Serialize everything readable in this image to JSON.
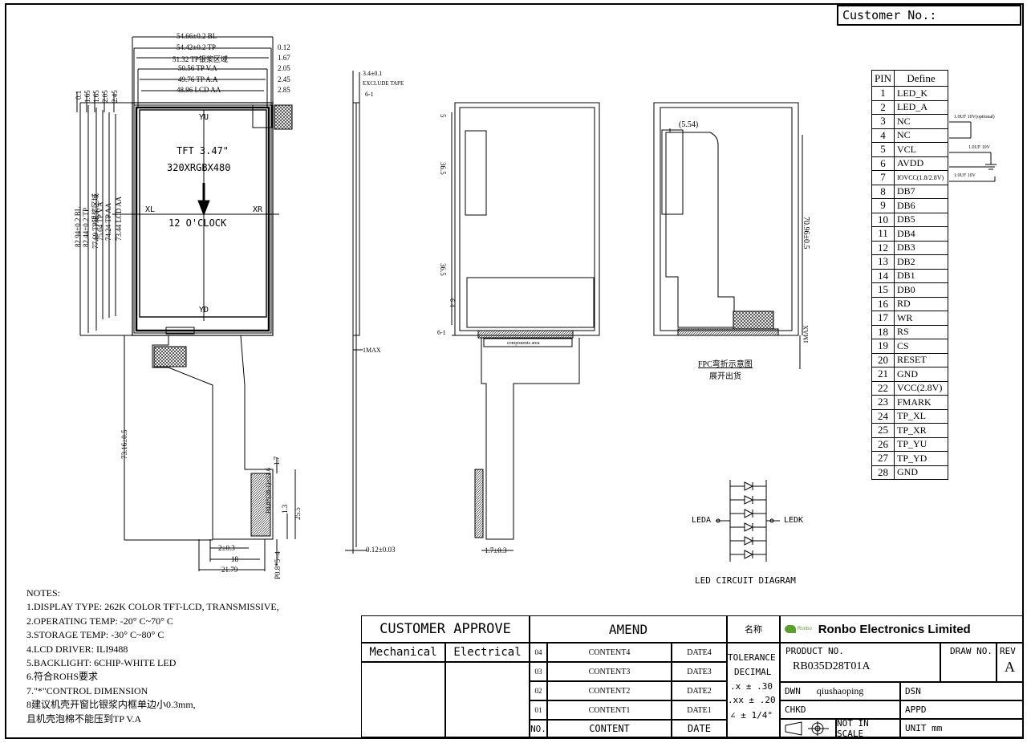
{
  "customer_no": "Customer No.:",
  "front_view": {
    "dims_top": [
      "54.66±0.2 BL",
      "54.42±0.2 TP",
      "51.32 TP银浆区域",
      "50.56 TP V.A",
      "49.76 TP A.A",
      "48.96 LCD AA"
    ],
    "dims_right": [
      "0.12",
      "1.67",
      "2.05",
      "2.45",
      "2.85"
    ],
    "dims_left": [
      "82.94±0.2 BL",
      "82.44±0.2 TP",
      "77.69 TP银浆区域",
      "75.04 TP V.A",
      "74.24 TP AA",
      "73.44 LCD AA"
    ],
    "dims_left_top": [
      "0.1",
      "1.65",
      "1.65",
      "2.05",
      "2.45"
    ],
    "label_yu": "YU",
    "label_yd": "YD",
    "label_xl": "XL",
    "label_xr": "XR",
    "size_text": "TFT 3.47\"",
    "resolution_text": "320XRGBX480",
    "orientation_text": "12 O'CLOCK",
    "dim_fpc_len": "73.16±0.5",
    "dim_1_7": "1.7",
    "dim_pitch": "P0.8*(28-1)=21.6",
    "dim_25_5": "25.5",
    "dim_1_3": "1.3",
    "dim_2_03": "2±0.3",
    "dim_18": "18",
    "dim_21_79": "21.79",
    "dim_p08_5": "P0.8*5=4"
  },
  "side_view": {
    "dim_top": "3.4±0.1",
    "exclude_tape": "EXCLUDE TAPE",
    "dim_6_1": "6-1",
    "dim_1max": "1MAX",
    "dim_bottom": "0.12±0.03"
  },
  "back_view": {
    "dim_5": "5",
    "dim_36_5_a": "36.5",
    "dim_36_5_b": "36.5",
    "dim_6_4": "6-4",
    "dim_6_1": "6-1",
    "components_area": "components    area",
    "dim_bottom": "1.7±0.3"
  },
  "fold_view": {
    "dim_554": "(5.54)",
    "dim_7096": "70.96±0.5",
    "dim_1max": "1MAX",
    "caption1": "FPC弯折示意图",
    "caption2": "展开出货"
  },
  "led_diagram": {
    "leda": "LEDA",
    "ledk": "LEDK",
    "caption": "LED CIRCUIT DIAGRAM"
  },
  "pin_table": {
    "header_pin": "PIN",
    "header_define": "Define",
    "pins": [
      {
        "n": "1",
        "d": "LED_K"
      },
      {
        "n": "2",
        "d": "LED_A"
      },
      {
        "n": "3",
        "d": "NC"
      },
      {
        "n": "4",
        "d": "NC"
      },
      {
        "n": "5",
        "d": "VCL"
      },
      {
        "n": "6",
        "d": "AVDD"
      },
      {
        "n": "7",
        "d": "IOVCC(1.8/2.8V)"
      },
      {
        "n": "8",
        "d": "DB7"
      },
      {
        "n": "9",
        "d": "DB6"
      },
      {
        "n": "10",
        "d": "DB5"
      },
      {
        "n": "11",
        "d": "DB4"
      },
      {
        "n": "12",
        "d": "DB3"
      },
      {
        "n": "13",
        "d": "DB2"
      },
      {
        "n": "14",
        "d": "DB1"
      },
      {
        "n": "15",
        "d": "DB0"
      },
      {
        "n": "16",
        "d": "RD"
      },
      {
        "n": "17",
        "d": "WR"
      },
      {
        "n": "18",
        "d": "RS"
      },
      {
        "n": "19",
        "d": "CS"
      },
      {
        "n": "20",
        "d": "RESET"
      },
      {
        "n": "21",
        "d": "GND"
      },
      {
        "n": "22",
        "d": "VCC(2.8V)"
      },
      {
        "n": "23",
        "d": "FMARK"
      },
      {
        "n": "24",
        "d": "TP_XL"
      },
      {
        "n": "25",
        "d": "TP_XR"
      },
      {
        "n": "26",
        "d": "TP_YU"
      },
      {
        "n": "27",
        "d": "TP_YD"
      },
      {
        "n": "28",
        "d": "GND"
      }
    ],
    "cap1": "1.0UF 10V(optional)",
    "cap2": "1.0UF 10V",
    "cap3": "1.0UF 10V"
  },
  "notes": [
    "NOTES:",
    "1.DISPLAY TYPE: 262K COLOR TFT-LCD, TRANSMISSIVE,",
    "2.OPERATING TEMP: -20° C~70° C",
    "3.STORAGE TEMP: -30° C~80° C",
    "4.LCD DRIVER: ILI9488",
    "5.BACKLIGHT: 6CHIP-WHITE LED",
    "6.符合ROHS要求",
    "7.\"*\"CONTROL DIMENSION",
    "8建议机壳开窗比银浆内框单边小0.3mm,",
    "且机壳泡棉不能压到TP V.A"
  ],
  "title_block": {
    "customer_approve": "CUSTOMER APPROVE",
    "mechanical": "Mechanical",
    "electrical": "Electrical",
    "amend": "AMEND",
    "amend_rows": [
      {
        "no": "04",
        "content": "CONTENT4",
        "date": "DATE4"
      },
      {
        "no": "03",
        "content": "CONTENT3",
        "date": "DATE3"
      },
      {
        "no": "02",
        "content": "CONTENT2",
        "date": "DATE2"
      },
      {
        "no": "01",
        "content": "CONTENT1",
        "date": "DATE1"
      }
    ],
    "col_no": "NO.",
    "col_content": "CONTENT",
    "col_date": "DATE",
    "name_label": "名称",
    "tolerance": "TOLERANCE",
    "decimal": "DECIMAL",
    "tol_x": ".x ± .30",
    "tol_xx": ".xx ± .20",
    "tol_angle": "± 1/4°",
    "company": "Ronbo Electronics Limited",
    "logo_text": "Ronbo",
    "product_no_label": "PRODUCT NO.",
    "product_no": "RB035D28T01A",
    "draw_no": "DRAW NO.",
    "rev_label": "REV",
    "rev": "A",
    "dwn_label": "DWN",
    "dwn": "qiushaoping",
    "dsn": "DSN",
    "chkd": "CHKD",
    "appd": "APPD",
    "not_in_scale": "NOT IN SCALE",
    "unit": "UNIT mm"
  }
}
